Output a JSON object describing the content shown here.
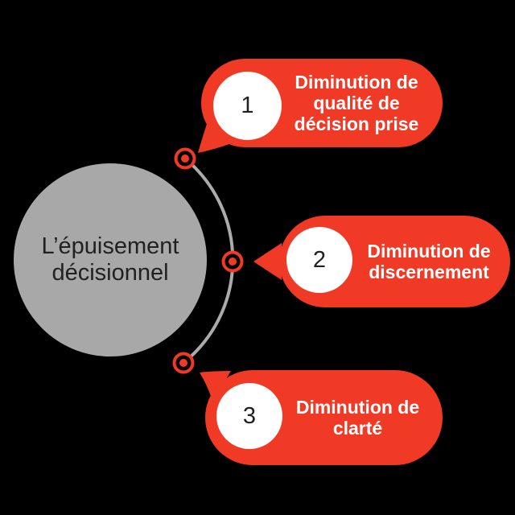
{
  "background": "#000000",
  "colors": {
    "accent_red": "#F03A26",
    "circle_gray": "#A8A8A8",
    "arc_gray": "#ABABAB",
    "dark_text": "#212121",
    "light_text": "#FFFFFF"
  },
  "center": {
    "title_lines": [
      "L’épuisement",
      "décisionnel"
    ]
  },
  "bubbles": [
    {
      "number": "1",
      "lines": [
        "Diminution de",
        "qualité de",
        "décision prise"
      ]
    },
    {
      "number": "2",
      "lines": [
        "Diminution de",
        "discernement"
      ]
    },
    {
      "number": "3",
      "lines": [
        "Diminution de",
        "clarté"
      ]
    }
  ]
}
